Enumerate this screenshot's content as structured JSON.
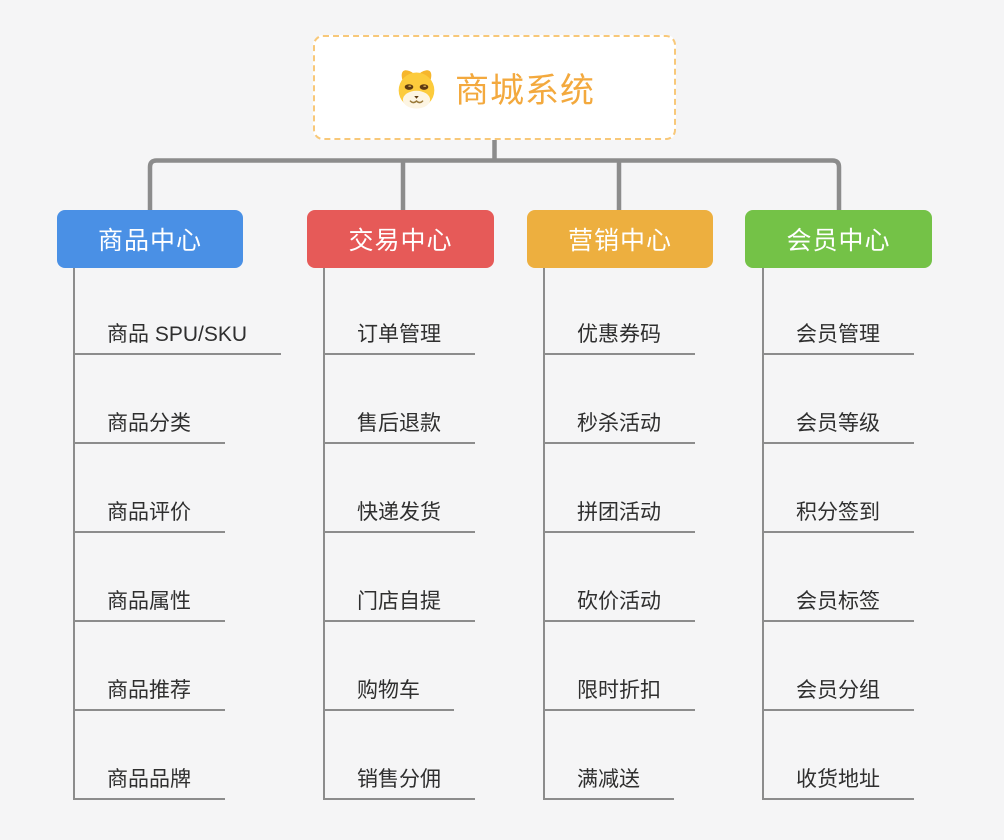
{
  "root": {
    "title": "商城系统",
    "icon": "dog-face-icon"
  },
  "branches": [
    {
      "label": "商品中心",
      "color": "#4a90e5",
      "children": [
        "商品 SPU/SKU",
        "商品分类",
        "商品评价",
        "商品属性",
        "商品推荐",
        "商品品牌"
      ]
    },
    {
      "label": "交易中心",
      "color": "#e65a58",
      "children": [
        "订单管理",
        "售后退款",
        "快递发货",
        "门店自提",
        "购物车",
        "销售分佣"
      ]
    },
    {
      "label": "营销中心",
      "color": "#edaf3f",
      "children": [
        "优惠券码",
        "秒杀活动",
        "拼团活动",
        "砍价活动",
        "限时折扣",
        "满减送"
      ]
    },
    {
      "label": "会员中心",
      "color": "#74c247",
      "children": [
        "会员管理",
        "会员等级",
        "积分签到",
        "会员标签",
        "会员分组",
        "收货地址"
      ]
    }
  ],
  "colors": {
    "background": "#f5f5f6",
    "connector": "#8c8c8c",
    "leaf_underline": "#8c8c8c",
    "leaf_text": "#2f2f2f",
    "root_text": "#f3a93e",
    "root_border": "#f8c879"
  }
}
